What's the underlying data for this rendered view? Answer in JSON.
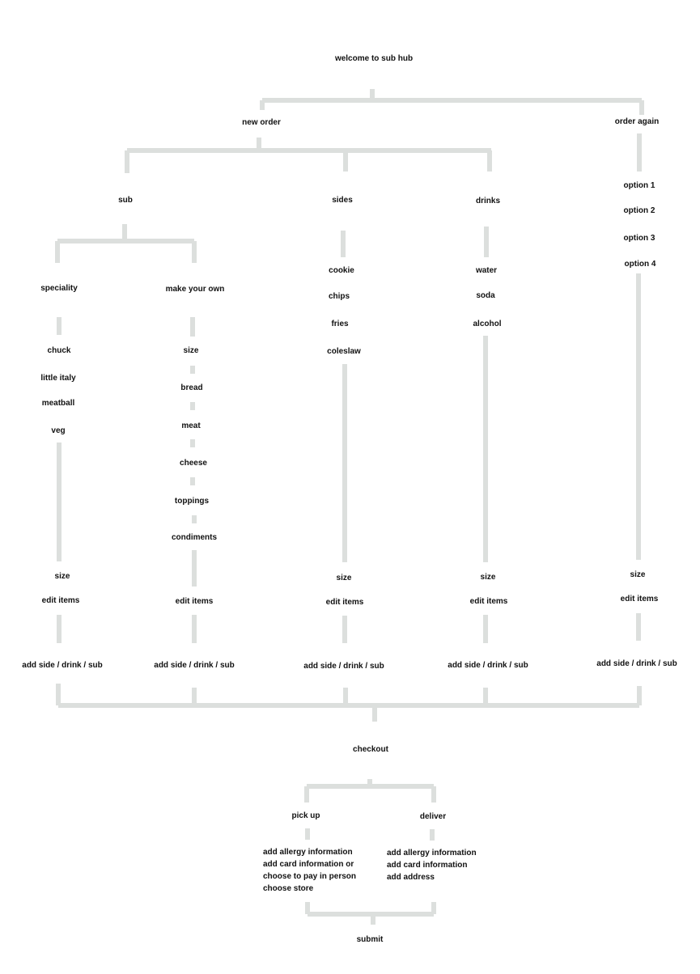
{
  "title": "welcome to sub hub",
  "colors": {
    "connector": "#dcdfdd",
    "text": "#111111",
    "background": "#ffffff"
  },
  "level1": {
    "new_order": "new order",
    "order_again": "order again"
  },
  "categories": {
    "sub": "sub",
    "sides": "sides",
    "drinks": "drinks"
  },
  "sub_types": {
    "speciality": "speciality",
    "make_your_own": "make your own"
  },
  "speciality_items": [
    "chuck",
    "little italy",
    "meatball",
    "veg"
  ],
  "make_your_own_steps": [
    "size",
    "bread",
    "meat",
    "cheese",
    "toppings",
    "condiments"
  ],
  "sides_items": [
    "cookie",
    "chips",
    "fries",
    "coleslaw"
  ],
  "drinks_items": [
    "water",
    "soda",
    "alcohol"
  ],
  "order_again_options": [
    "option 1",
    "option 2",
    "option 3",
    "option 4"
  ],
  "common": {
    "size": "size",
    "edit_items": "edit items",
    "add_more": "add side / drink / sub"
  },
  "checkout": "checkout",
  "delivery_methods": {
    "pick_up": "pick up",
    "deliver": "deliver"
  },
  "pick_up_steps": [
    "add allergy information",
    "add card information or",
    "choose to pay in person",
    "choose store"
  ],
  "deliver_steps": [
    "add allergy information",
    "add card information",
    "add address"
  ],
  "submit": "submit"
}
